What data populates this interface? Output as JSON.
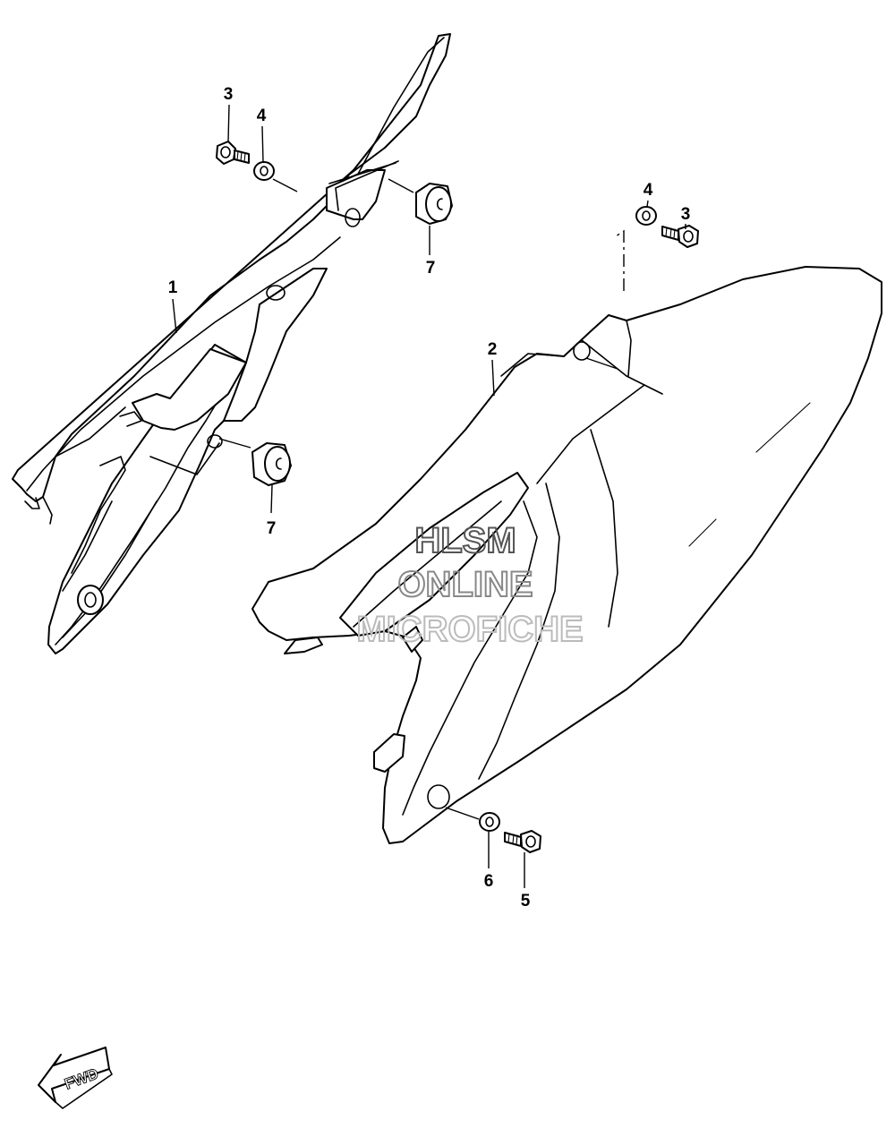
{
  "callouts": [
    {
      "id": "c1",
      "label": "1"
    },
    {
      "id": "c2",
      "label": "2"
    },
    {
      "id": "c3a",
      "label": "3"
    },
    {
      "id": "c3b",
      "label": "3"
    },
    {
      "id": "c4a",
      "label": "4"
    },
    {
      "id": "c4b",
      "label": "4"
    },
    {
      "id": "c5",
      "label": "5"
    },
    {
      "id": "c6",
      "label": "6"
    },
    {
      "id": "c7a",
      "label": "7"
    },
    {
      "id": "c7b",
      "label": "7"
    }
  ],
  "watermark": {
    "line1": "HLSM",
    "line2": "ONLINE",
    "line3": "MICROFICHE"
  },
  "fwd_label": "FWD",
  "colors": {
    "line": "#000000",
    "watermark_dark": "#555555",
    "watermark_mid": "#888888",
    "watermark_light": "#bbbbbb"
  }
}
